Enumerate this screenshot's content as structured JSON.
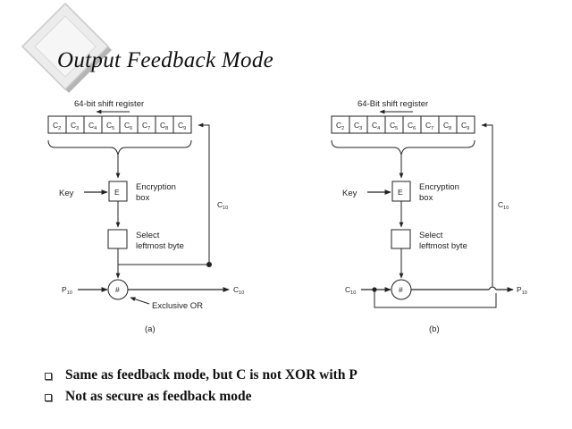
{
  "slide": {
    "title": "Output Feedback Mode",
    "bullets": [
      "Same as feedback mode, but C is not XOR with P",
      "Not as secure as feedback mode"
    ]
  },
  "diagram_a": {
    "register_label": "64-bit shift register",
    "cells": [
      {
        "main": "C",
        "sub": "2"
      },
      {
        "main": "C",
        "sub": "3"
      },
      {
        "main": "C",
        "sub": "4"
      },
      {
        "main": "C",
        "sub": "5"
      },
      {
        "main": "C",
        "sub": "6"
      },
      {
        "main": "C",
        "sub": "7"
      },
      {
        "main": "C",
        "sub": "8"
      },
      {
        "main": "C",
        "sub": "9"
      }
    ],
    "key_label": "Key",
    "enc_symbol": "E",
    "enc_label_1": "Encryption",
    "enc_label_2": "box",
    "select_label_1": "Select",
    "select_label_2": "leftmost byte",
    "c10_main": "C",
    "c10_sub": "10",
    "p10_main": "P",
    "p10_sub": "10",
    "c10_out_main": "C",
    "c10_out_sub": "10",
    "xor_symbol": "#",
    "xor_label": "Exclusive OR",
    "caption": "(a)"
  },
  "diagram_b": {
    "register_label": "64-Bit shift register",
    "cells": [
      {
        "main": "C",
        "sub": "2"
      },
      {
        "main": "C",
        "sub": "3"
      },
      {
        "main": "C",
        "sub": "4"
      },
      {
        "main": "C",
        "sub": "5"
      },
      {
        "main": "C",
        "sub": "6"
      },
      {
        "main": "C",
        "sub": "7"
      },
      {
        "main": "C",
        "sub": "8"
      },
      {
        "main": "C",
        "sub": "9"
      }
    ],
    "key_label": "Key",
    "enc_symbol": "E",
    "enc_label_1": "Encryption",
    "enc_label_2": "box",
    "select_label_1": "Select",
    "select_label_2": "leftmost byte",
    "c10_main": "C",
    "c10_sub": "10",
    "c10_in_main": "C",
    "c10_in_sub": "10",
    "p10_out_main": "P",
    "p10_out_sub": "10",
    "xor_symbol": "#",
    "caption": "(b)"
  }
}
